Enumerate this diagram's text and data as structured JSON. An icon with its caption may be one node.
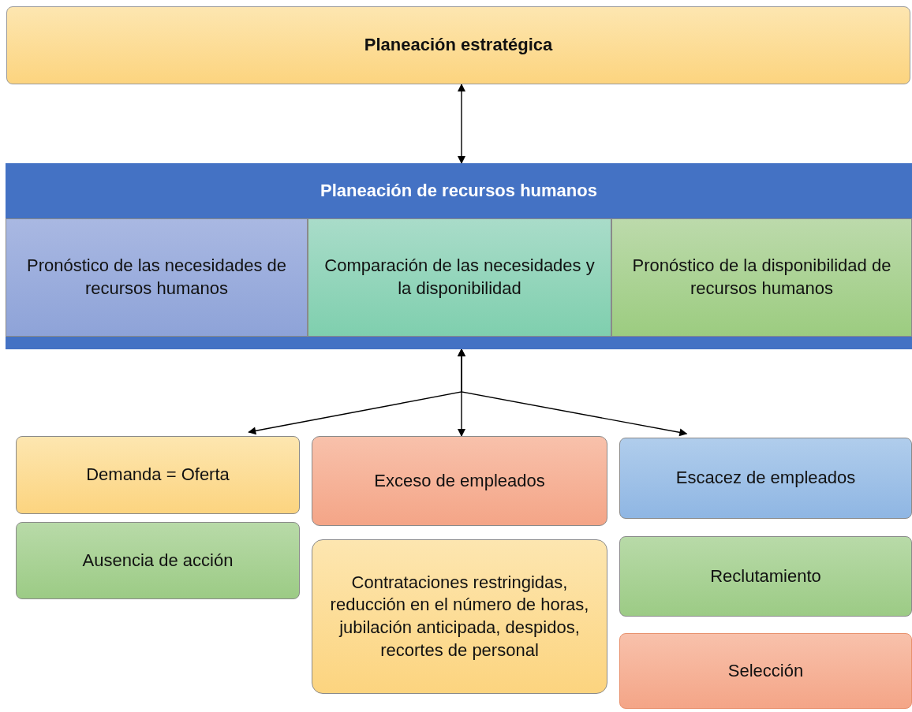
{
  "diagram": {
    "nodes": [
      {
        "text": [
          "Planeación estratégica"
        ]
      },
      {
        "text": [
          "Planeación de recursos humanos"
        ]
      },
      {
        "text": [
          "Pronóstico de las necesidades de recursos humanos"
        ],
        "in": 1
      },
      {
        "text": [
          "Comparación de las necesidades y la disponibilidad"
        ],
        "in": 1
      },
      {
        "text": [
          "Pronóstico de la disponibilidad de recursos humanos"
        ],
        "in": 1
      },
      {
        "text": [
          "Demanda = Oferta"
        ]
      },
      {
        "text": [
          "Ausencia de acción"
        ]
      },
      {
        "text": [
          "Exceso de empleados"
        ]
      },
      {
        "text": [
          "Contrataciones restringidas, reducción en el número de horas, jubilación anticipada, despidos, recortes de personal"
        ]
      },
      {
        "text": [
          "Escacez de empleados"
        ]
      },
      {
        "text": [
          "Reclutamiento"
        ]
      },
      {
        "text": [
          "Selección"
        ]
      }
    ],
    "edges": [
      {
        "from": 0,
        "to": 1,
        "arrow": "both"
      },
      {
        "from": 1,
        "to": 5,
        "arrow": "both"
      },
      {
        "from": 1,
        "to": 7,
        "arrow": "both"
      },
      {
        "from": 1,
        "to": 9,
        "arrow": "both"
      }
    ]
  }
}
